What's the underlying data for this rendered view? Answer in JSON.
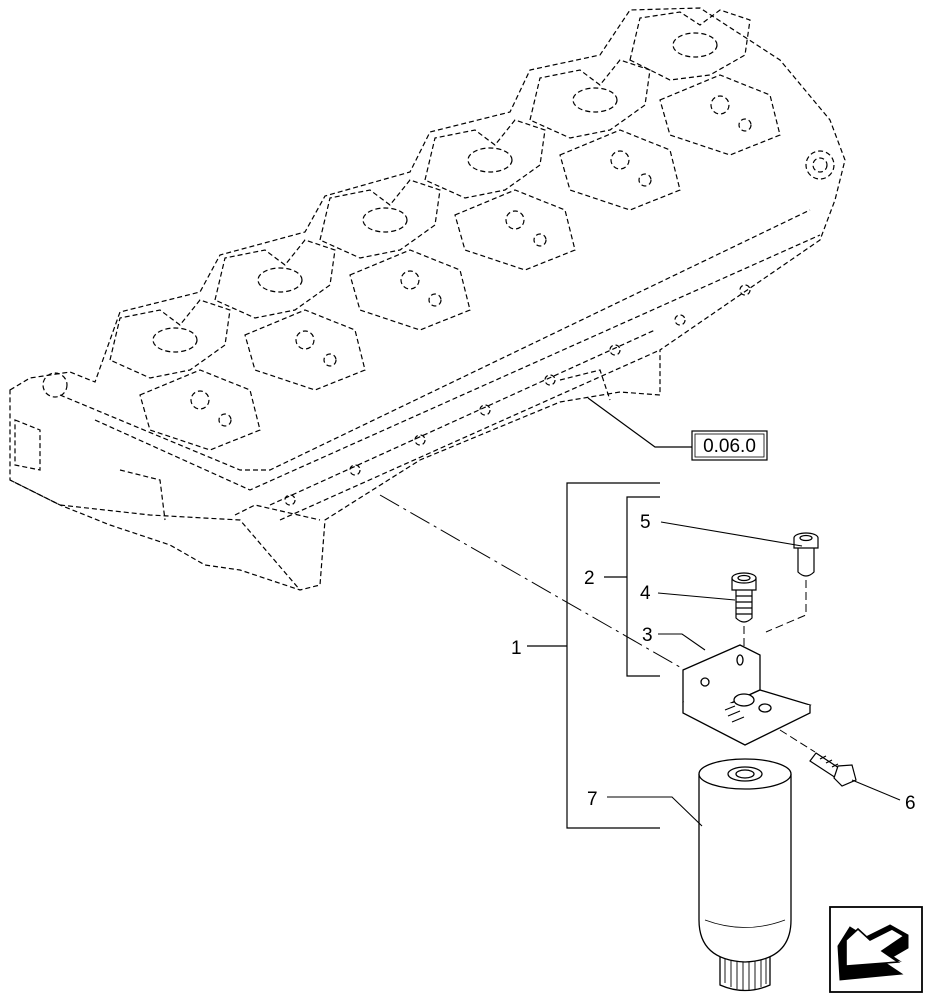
{
  "diagram": {
    "reference_box": "0.06.0",
    "callouts": {
      "item1": "1",
      "item2": "2",
      "item3": "3",
      "item4": "4",
      "item5": "5",
      "item6": "6",
      "item7": "7"
    },
    "nav_icon": "arrow-icon"
  },
  "colors": {
    "line": "#000000",
    "background": "#ffffff"
  }
}
